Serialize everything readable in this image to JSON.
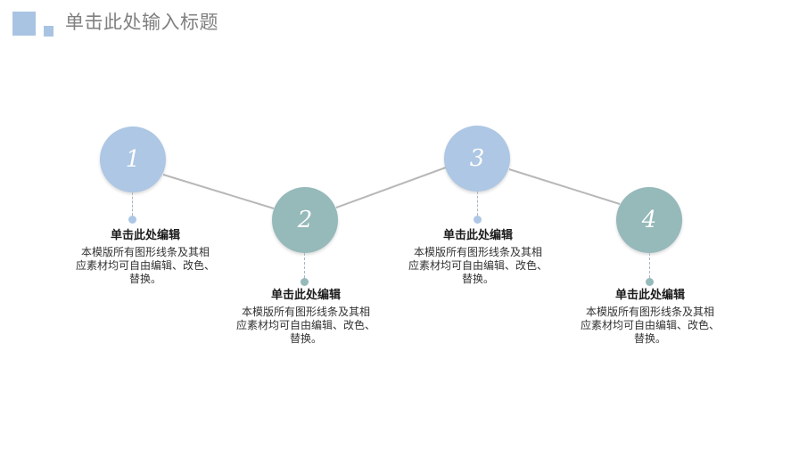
{
  "header": {
    "title": "单击此处输入标题",
    "accent_color": "#a9c4e2"
  },
  "colors": {
    "blue": "#adc7e4",
    "teal": "#96b9ba",
    "connector": "#b8b8b8"
  },
  "steps": [
    {
      "number": "1",
      "heading": "单击此处编辑",
      "body_line1": "本模版所有图形线条及其相",
      "body_line2": "应素材均可自由编辑、改色、",
      "body_line3": "替换。"
    },
    {
      "number": "2",
      "heading": "单击此处编辑",
      "body_line1": "本模版所有图形线条及其相",
      "body_line2": "应素材均可自由编辑、改色、",
      "body_line3": "替换。"
    },
    {
      "number": "3",
      "heading": "单击此处编辑",
      "body_line1": "本模版所有图形线条及其相",
      "body_line2": "应素材均可自由编辑、改色、",
      "body_line3": "替换。"
    },
    {
      "number": "4",
      "heading": "单击此处编辑",
      "body_line1": "本模版所有图形线条及其相",
      "body_line2": "应素材均可自由编辑、改色、",
      "body_line3": "替换。"
    }
  ]
}
